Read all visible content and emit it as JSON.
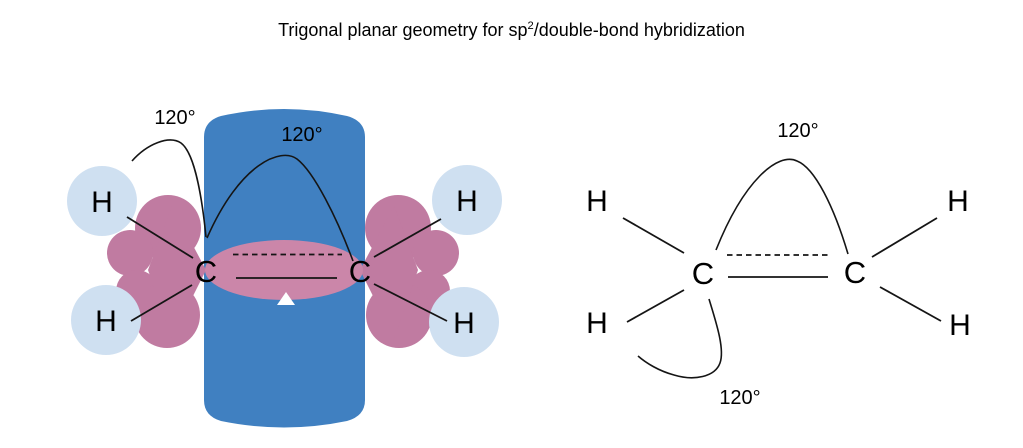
{
  "title": {
    "pre": "Trigonal planar geometry for sp",
    "sup": "2",
    "post": "/double-bond hybridization"
  },
  "colors": {
    "p_orbital_blue": "#4080c1",
    "sp2_lobe_pink": "#c07ba1",
    "sigma_bond_pink": "#cb86a9",
    "hydrogen_circle_blue": "#cfe0f1",
    "line_black": "#151515",
    "background": "#ffffff"
  },
  "orbital_model": {
    "carbons": [
      "C",
      "C"
    ],
    "hydrogens": [
      "H",
      "H",
      "H",
      "H"
    ],
    "angle_labels": [
      "120°",
      "120°"
    ]
  },
  "skeletal_model": {
    "carbons": [
      "C",
      "C"
    ],
    "hydrogens": [
      "H",
      "H",
      "H",
      "H"
    ],
    "angle_labels": [
      "120°",
      "120°"
    ]
  }
}
